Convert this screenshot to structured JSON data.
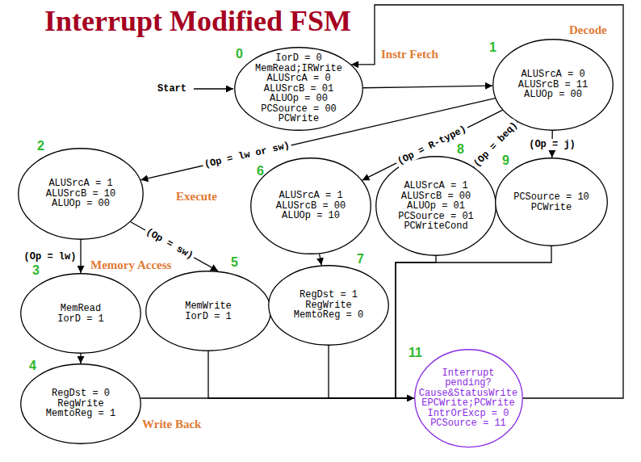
{
  "diagram": {
    "title": "Interrupt Modified FSM",
    "nodes": [
      {
        "text": [
          "0",
          "IorD = 0",
          "MemRead;IRWrite",
          "ALUSrcA = 0",
          "ALUSrcB = 01",
          "ALUOp = 00",
          "PCSource = 00",
          "PCWrite"
        ]
      },
      {
        "text": [
          "1",
          "ALUSrcA = 0",
          "ALUSrcB = 11",
          "ALUOp = 00"
        ]
      },
      {
        "text": [
          "2",
          "ALUSrcA = 1",
          "ALUSrcB = 10",
          "ALUOp = 00"
        ]
      },
      {
        "text": [
          "3",
          "MemRead",
          "IorD = 1"
        ]
      },
      {
        "text": [
          "4",
          "RegDst = 0",
          "RegWrite",
          "MemtoReg = 1"
        ]
      },
      {
        "text": [
          "5",
          "MemWrite",
          "IorD = 1"
        ]
      },
      {
        "text": [
          "6",
          "ALUSrcA = 1",
          "ALUSrcB = 00",
          "ALUOp = 10"
        ]
      },
      {
        "text": [
          "7",
          "RegDst = 1",
          "RegWrite",
          "MemtoReg = 0"
        ]
      },
      {
        "text": [
          "8",
          "ALUSrcA = 1",
          "ALUSrcB = 00",
          "ALUOp = 01",
          "PCSource = 01",
          "PCWriteCond"
        ]
      },
      {
        "text": [
          "9",
          "PCSource = 10",
          "PCWrite"
        ]
      },
      {
        "text": [
          "11",
          "Interrupt pending?",
          "Cause&StatusWrite",
          "EPCWrite;PCWrite",
          "IntrOrExcp = 0",
          "PCSource = 11"
        ]
      }
    ],
    "edges": [
      {
        "from": 0,
        "to": 1,
        "arrow": "to"
      },
      {
        "from": 1,
        "to": 2,
        "label": "(Op = lw or sw)",
        "arrow": "to"
      },
      {
        "from": 1,
        "to": 6,
        "label": "(Op = R-type)",
        "arrow": "to"
      },
      {
        "from": 1,
        "to": 8,
        "label": "(Op = beq)",
        "arrow": "to"
      },
      {
        "from": 1,
        "to": 9,
        "label": "(Op = j)",
        "arrow": "to"
      },
      {
        "from": 2,
        "to": 3,
        "label": "(Op = lw)",
        "arrow": "to"
      },
      {
        "from": 2,
        "to": 5,
        "label": "(Op = sw)",
        "arrow": "to"
      },
      {
        "from": 3,
        "to": 4,
        "arrow": "to"
      },
      {
        "from": 6,
        "to": 7,
        "arrow": "to"
      },
      {
        "from": 4,
        "to": 10,
        "arrow": "to"
      },
      {
        "from": 5,
        "to": 10,
        "arrow": "to"
      },
      {
        "from": 7,
        "to": 10,
        "arrow": "to"
      },
      {
        "from": 8,
        "to": 10,
        "arrow": "to"
      },
      {
        "from": 9,
        "to": 10,
        "arrow": "to"
      },
      {
        "from": 10,
        "to": 0,
        "arrow": "to"
      }
    ],
    "labels": [
      "Instr Fetch",
      "Decode",
      "Execute",
      "Memory Access",
      "Write Back",
      "Start"
    ]
  }
}
